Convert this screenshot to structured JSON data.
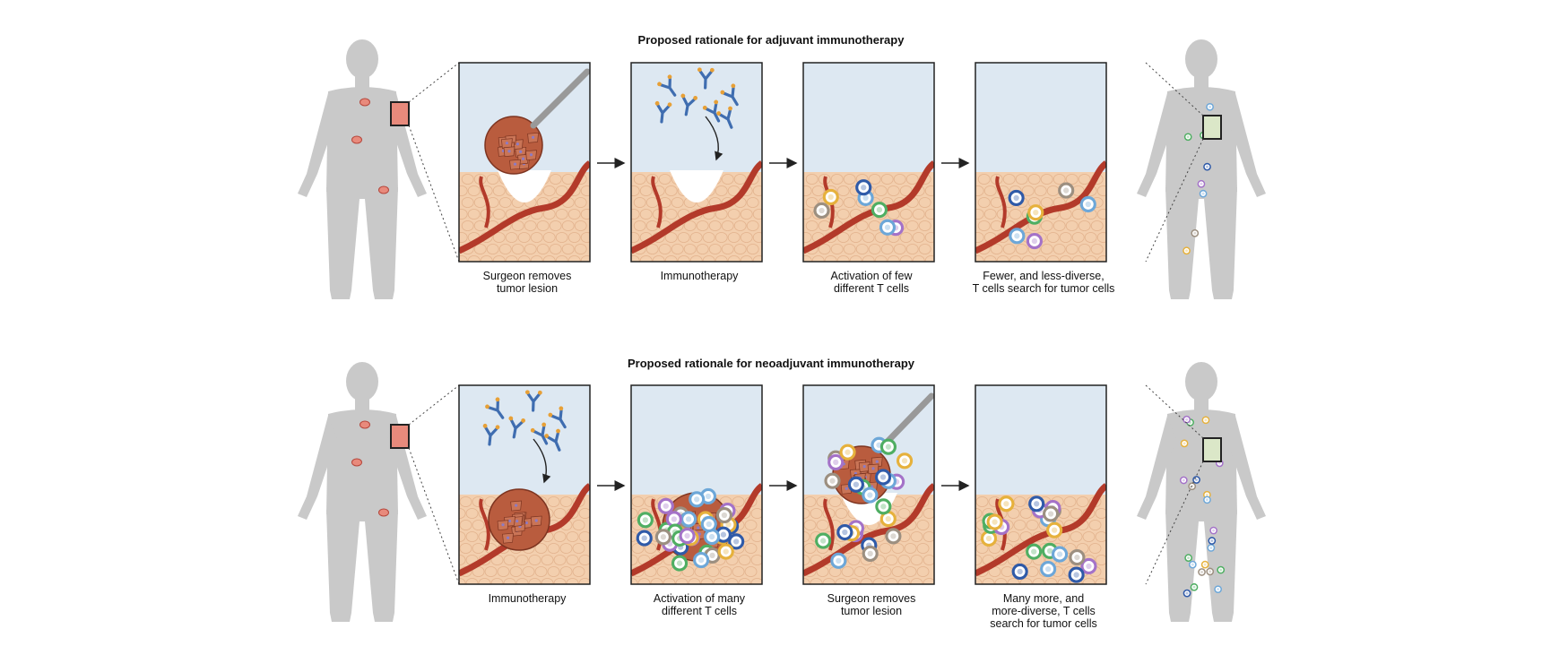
{
  "rows": [
    {
      "title": "Proposed rationale for adjuvant immunotherapy",
      "steps": [
        {
          "caption": "Surgeon removes\ntumor lesion",
          "scene": "surgery"
        },
        {
          "caption": "Immunotherapy",
          "scene": "drug_after_surgery"
        },
        {
          "caption": "Activation of few\ndifferent T cells",
          "scene": "few_tcells"
        },
        {
          "caption": "Fewer, and less-diverse,\nT cells search for tumor cells",
          "scene": "few_tcells_search"
        }
      ]
    },
    {
      "title": "Proposed rationale for neoadjuvant immunotherapy",
      "steps": [
        {
          "caption": "Immunotherapy",
          "scene": "drug_on_tumor"
        },
        {
          "caption": "Activation of many\ndifferent T cells",
          "scene": "many_tcells_tumor"
        },
        {
          "caption": "Surgeon removes\ntumor lesion",
          "scene": "surgery_with_tcells"
        },
        {
          "caption": "Many more, and\nmore-diverse, T cells\nsearch for tumor cells",
          "scene": "many_tcells_search"
        }
      ]
    }
  ],
  "colors": {
    "body_silhouette": "#c9c9c9",
    "panel_sky": "#dde8f2",
    "tissue": "#f3cfae",
    "tissue_line": "#e2b28d",
    "vessel": "#b33a2a",
    "tumor": "#b95c3e",
    "antibody": "#3f6db0",
    "antibody_tip": "#e7a037",
    "tcell_colors": [
      "#6da7d8",
      "#4fae62",
      "#a472c8",
      "#e6b13c",
      "#2f5aa8",
      "#9c8f80"
    ]
  }
}
